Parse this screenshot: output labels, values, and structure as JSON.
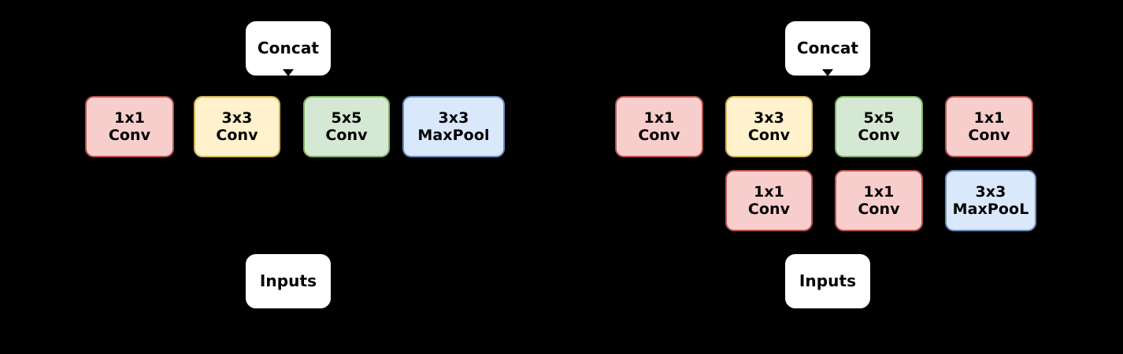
{
  "figure": {
    "background_color": "#000000",
    "text_color": "#000000",
    "palette": {
      "pink_fill": "#f8cecc",
      "pink_stroke": "#b85450",
      "yellow_fill": "#fff2cc",
      "yellow_stroke": "#d6b656",
      "green_fill": "#d5e8d4",
      "green_stroke": "#82b366",
      "blue_fill": "#dae8fc",
      "blue_stroke": "#6c8ebf",
      "plain_fill": "#ffffff"
    }
  },
  "diagrams": [
    {
      "id": "naive-inception",
      "concat": {
        "label": "Concat"
      },
      "inputs": {
        "label": "Inputs"
      },
      "branches": [
        {
          "top": {
            "label": "1x1\nConv",
            "color": "pink"
          },
          "mid": null
        },
        {
          "top": {
            "label": "3x3\nConv",
            "color": "yellow"
          },
          "mid": null
        },
        {
          "top": {
            "label": "5x5\nConv",
            "color": "green"
          },
          "mid": null
        },
        {
          "top": {
            "label": "3x3\nMaxPool",
            "color": "blue"
          },
          "mid": null
        }
      ]
    },
    {
      "id": "inception-with-dimension-reduction",
      "concat": {
        "label": "Concat"
      },
      "inputs": {
        "label": "Inputs"
      },
      "branches": [
        {
          "top": {
            "label": "1x1\nConv",
            "color": "pink"
          },
          "mid": null
        },
        {
          "top": {
            "label": "3x3\nConv",
            "color": "yellow"
          },
          "mid": {
            "label": "1x1\nConv",
            "color": "pink"
          }
        },
        {
          "top": {
            "label": "5x5\nConv",
            "color": "green"
          },
          "mid": {
            "label": "1x1\nConv",
            "color": "pink"
          }
        },
        {
          "top": {
            "label": "1x1\nConv",
            "color": "pink"
          },
          "mid": {
            "label": "3x3\nMaxPooL",
            "color": "blue"
          }
        }
      ]
    }
  ]
}
